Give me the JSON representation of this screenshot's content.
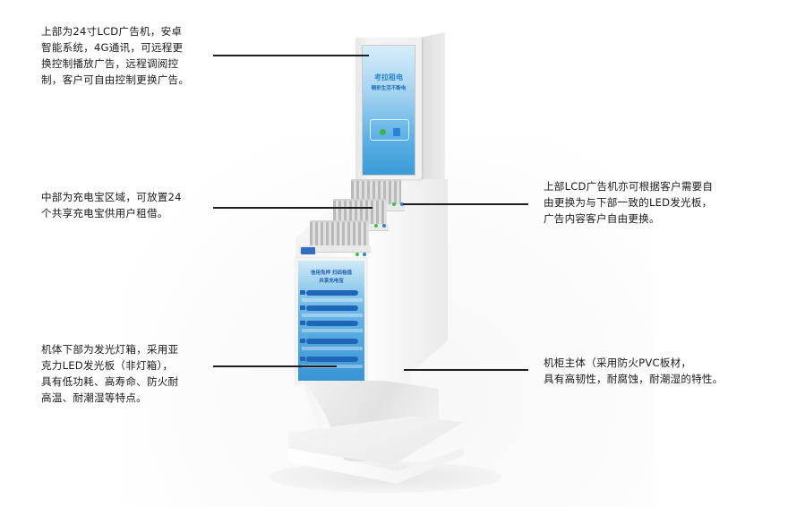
{
  "callouts": {
    "top_lcd": "上部为24寸LCD广告机，安卓\n智能系统，4G通讯，可远程更\n换控制播放广告，远程调阅控\n制，客户可自由控制更换广告。",
    "middle_powerbank": "中部为充电宝区域，可放置24\n个共享充电宝供用户租借。",
    "lower_lightbox": "机体下部为发光灯箱，采用亚\n克力LED发光板（非灯箱），\n具有低功耗、高寿命、防火耐\n高温、耐潮湿等特点。",
    "right_lcd_option": "上部LCD广告机亦可根据客户需要自\n由更换为与下部一致的LED发光板，\n广告内容客户自由更换。",
    "right_cabinet": "机柜主体（采用防火PVC板材，\n具有高韧性，耐腐蚀，耐潮湿的特性。"
  },
  "kiosk": {
    "lcd_screen": {
      "brand": "考拉租电",
      "slogan": "精彩生活不断电",
      "payment_icons": [
        "wechat-pay-icon",
        "alipay-icon"
      ]
    },
    "powerbank_racks": 3,
    "powerbank_capacity": 24,
    "lightbox": {
      "title_line1": "信用免押 扫码租借",
      "title_line2": "共享充电宝",
      "step_count": 5
    }
  },
  "colors": {
    "screen_blue": "#3a9bd8",
    "label_blue": "#1f66b8",
    "leader_line": "#1e1e1e",
    "text": "#1c1c1c"
  }
}
